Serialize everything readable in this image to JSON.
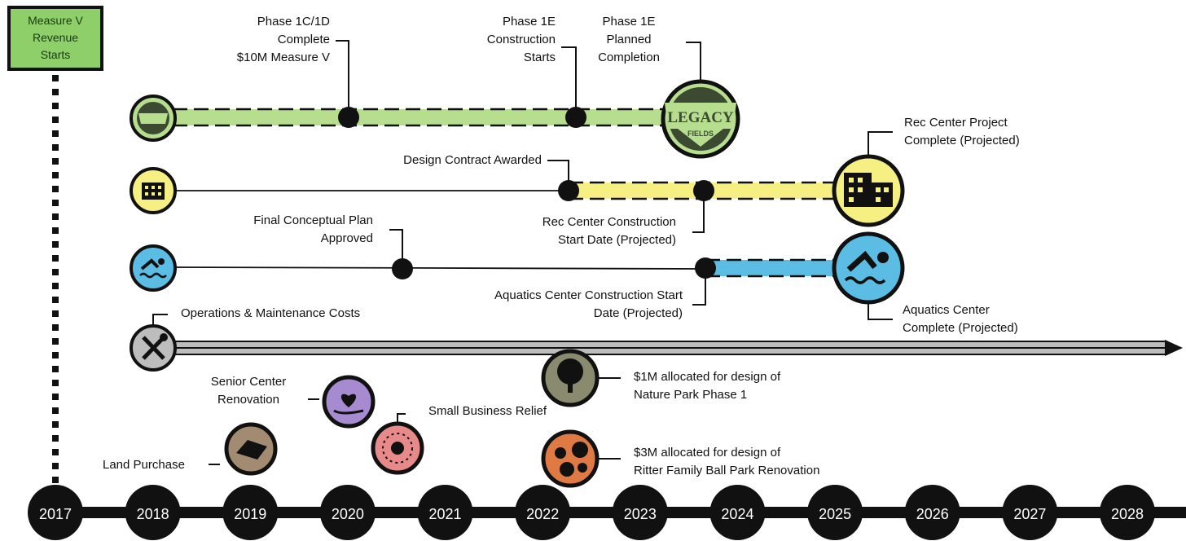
{
  "start_box": {
    "label": "Measure V\nRevenue\nStarts"
  },
  "years": [
    "2017",
    "2018",
    "2019",
    "2020",
    "2021",
    "2022",
    "2023",
    "2024",
    "2025",
    "2026",
    "2027",
    "2028"
  ],
  "tracks": {
    "legacy_fields": {
      "milestones": [
        {
          "label": "Phase 1C/1D\nComplete\n$10M Measure V"
        },
        {
          "label": "Phase 1E\nConstruction\nStarts"
        },
        {
          "label": "Phase 1E\nPlanned\nCompletion"
        }
      ],
      "badge_text": "LEGACY",
      "badge_subtext": "FIELDS",
      "color": "#b6de8e"
    },
    "rec_center": {
      "milestones": [
        {
          "label": "Design Contract Awarded"
        },
        {
          "label": "Rec Center Construction\nStart Date (Projected)"
        },
        {
          "label": "Rec Center Project\nComplete (Projected)"
        }
      ],
      "color": "#f6ef82"
    },
    "aquatics": {
      "milestones": [
        {
          "label": "Final Conceptual Plan\nApproved"
        },
        {
          "label": "Aquatics Center Construction Start\nDate (Projected)"
        },
        {
          "label": "Aquatics Center\nComplete (Projected)"
        }
      ],
      "color": "#5bbde4"
    },
    "operations": {
      "label": "Operations & Maintenance Costs",
      "color": "#bdbdbd"
    }
  },
  "projects": [
    {
      "label": "Senior Center\nRenovation",
      "icon": "heart-hand-icon",
      "color": "#a78bd1"
    },
    {
      "label": "Small Business Relief",
      "icon": "small-business-icon",
      "color": "#e98a8a"
    },
    {
      "label": "Land Purchase",
      "icon": "land-icon",
      "color": "#a38b72"
    },
    {
      "label": "$1M allocated for design of\nNature Park Phase 1",
      "icon": "tree-icon",
      "color": "#8a8a6e"
    },
    {
      "label": "$3M allocated for design of\nRitter Family Ball Park Renovation",
      "icon": "sports-balls-icon",
      "color": "#e07a45"
    }
  ]
}
